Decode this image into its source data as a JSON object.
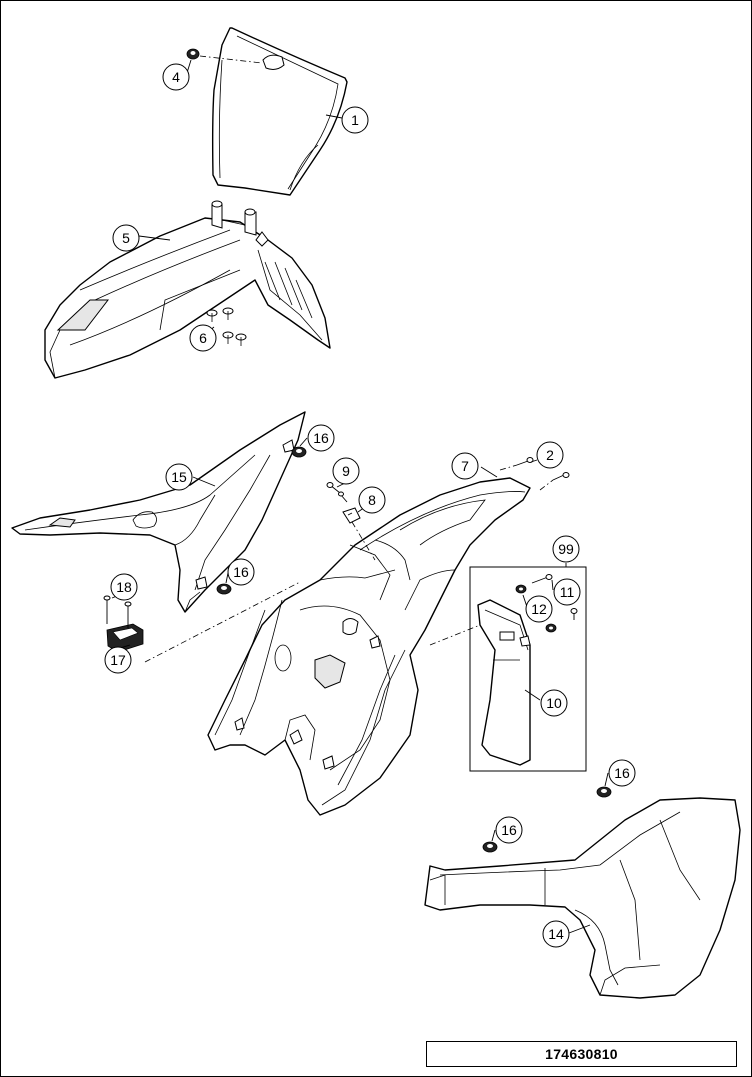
{
  "diagram": {
    "drawing_number": "174630810",
    "callouts": [
      {
        "id": "c1",
        "label": "1"
      },
      {
        "id": "c2",
        "label": "2"
      },
      {
        "id": "c4",
        "label": "4"
      },
      {
        "id": "c5",
        "label": "5"
      },
      {
        "id": "c6",
        "label": "6"
      },
      {
        "id": "c7",
        "label": "7"
      },
      {
        "id": "c8",
        "label": "8"
      },
      {
        "id": "c9",
        "label": "9"
      },
      {
        "id": "c10",
        "label": "10"
      },
      {
        "id": "c11",
        "label": "11"
      },
      {
        "id": "c12",
        "label": "12"
      },
      {
        "id": "c14",
        "label": "14"
      },
      {
        "id": "c15",
        "label": "15"
      },
      {
        "id": "c16a",
        "label": "16"
      },
      {
        "id": "c16b",
        "label": "16"
      },
      {
        "id": "c16c",
        "label": "16"
      },
      {
        "id": "c16d",
        "label": "16"
      },
      {
        "id": "c17",
        "label": "17"
      },
      {
        "id": "c18",
        "label": "18"
      },
      {
        "id": "c99",
        "label": "99"
      }
    ]
  }
}
